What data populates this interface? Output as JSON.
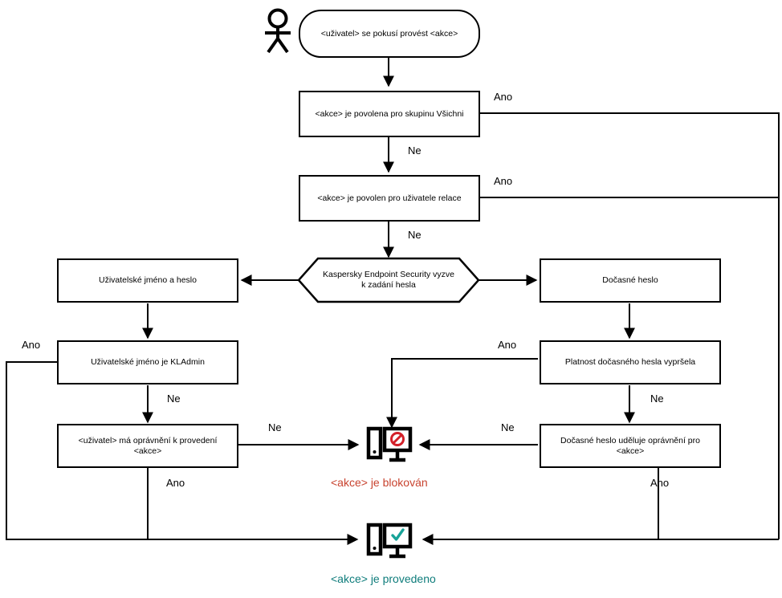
{
  "diagram": {
    "title_hidden": "",
    "language": "cs",
    "colors": {
      "line": "#000000",
      "blocked_text": "#C8432F",
      "performed_text": "#0E7C7B",
      "blocked_icon_mark": "#D32029",
      "performed_icon_mark": "#17A398"
    },
    "actor": {
      "name": "user-actor",
      "label": ""
    },
    "nodes": {
      "start": {
        "label": "<uživatel> se pokusí provést <akce>",
        "shape": "terminal"
      },
      "allowed_everyone": {
        "label": "<akce> je povolena pro skupinu Všichni",
        "shape": "rect"
      },
      "allowed_session_user": {
        "label": "<akce> je povolen pro uživatele relace",
        "shape": "rect"
      },
      "prompt_password": {
        "label": "Kaspersky Endpoint Security vyzve k zadání hesla",
        "shape": "hexagon"
      },
      "username_password": {
        "label": "Uživatelské jméno a heslo",
        "shape": "rect"
      },
      "temporary_password": {
        "label": "Dočasné heslo",
        "shape": "rect"
      },
      "is_kladmin": {
        "label": "Uživatelské jméno je KLAdmin",
        "shape": "rect"
      },
      "temp_password_expired": {
        "label": "Platnost dočasného hesla vypršela",
        "shape": "rect"
      },
      "user_has_permission": {
        "label": "<uživatel> má oprávnění k provedení <akce>",
        "shape": "rect"
      },
      "temp_password_grants": {
        "label": "Dočasné heslo uděluje oprávnění pro <akce>",
        "shape": "rect"
      },
      "blocked": {
        "label": "<akce> je blokován",
        "shape": "icon-monitor-blocked"
      },
      "performed": {
        "label": "<akce> je provedeno",
        "shape": "icon-monitor-ok"
      }
    },
    "edge_labels": {
      "yes": "Ano",
      "no": "Ne",
      "yes_everyone": "Ano",
      "no_everyone": "Ne",
      "yes_session": "Ano",
      "no_session": "Ne",
      "yes_kladmin": "Ano",
      "no_kladmin": "Ne",
      "no_permission": "Ne",
      "yes_permission": "Ano",
      "yes_expired": "Ano",
      "no_expired": "Ne",
      "no_grants": "Ne",
      "yes_grants": "Ano"
    }
  }
}
